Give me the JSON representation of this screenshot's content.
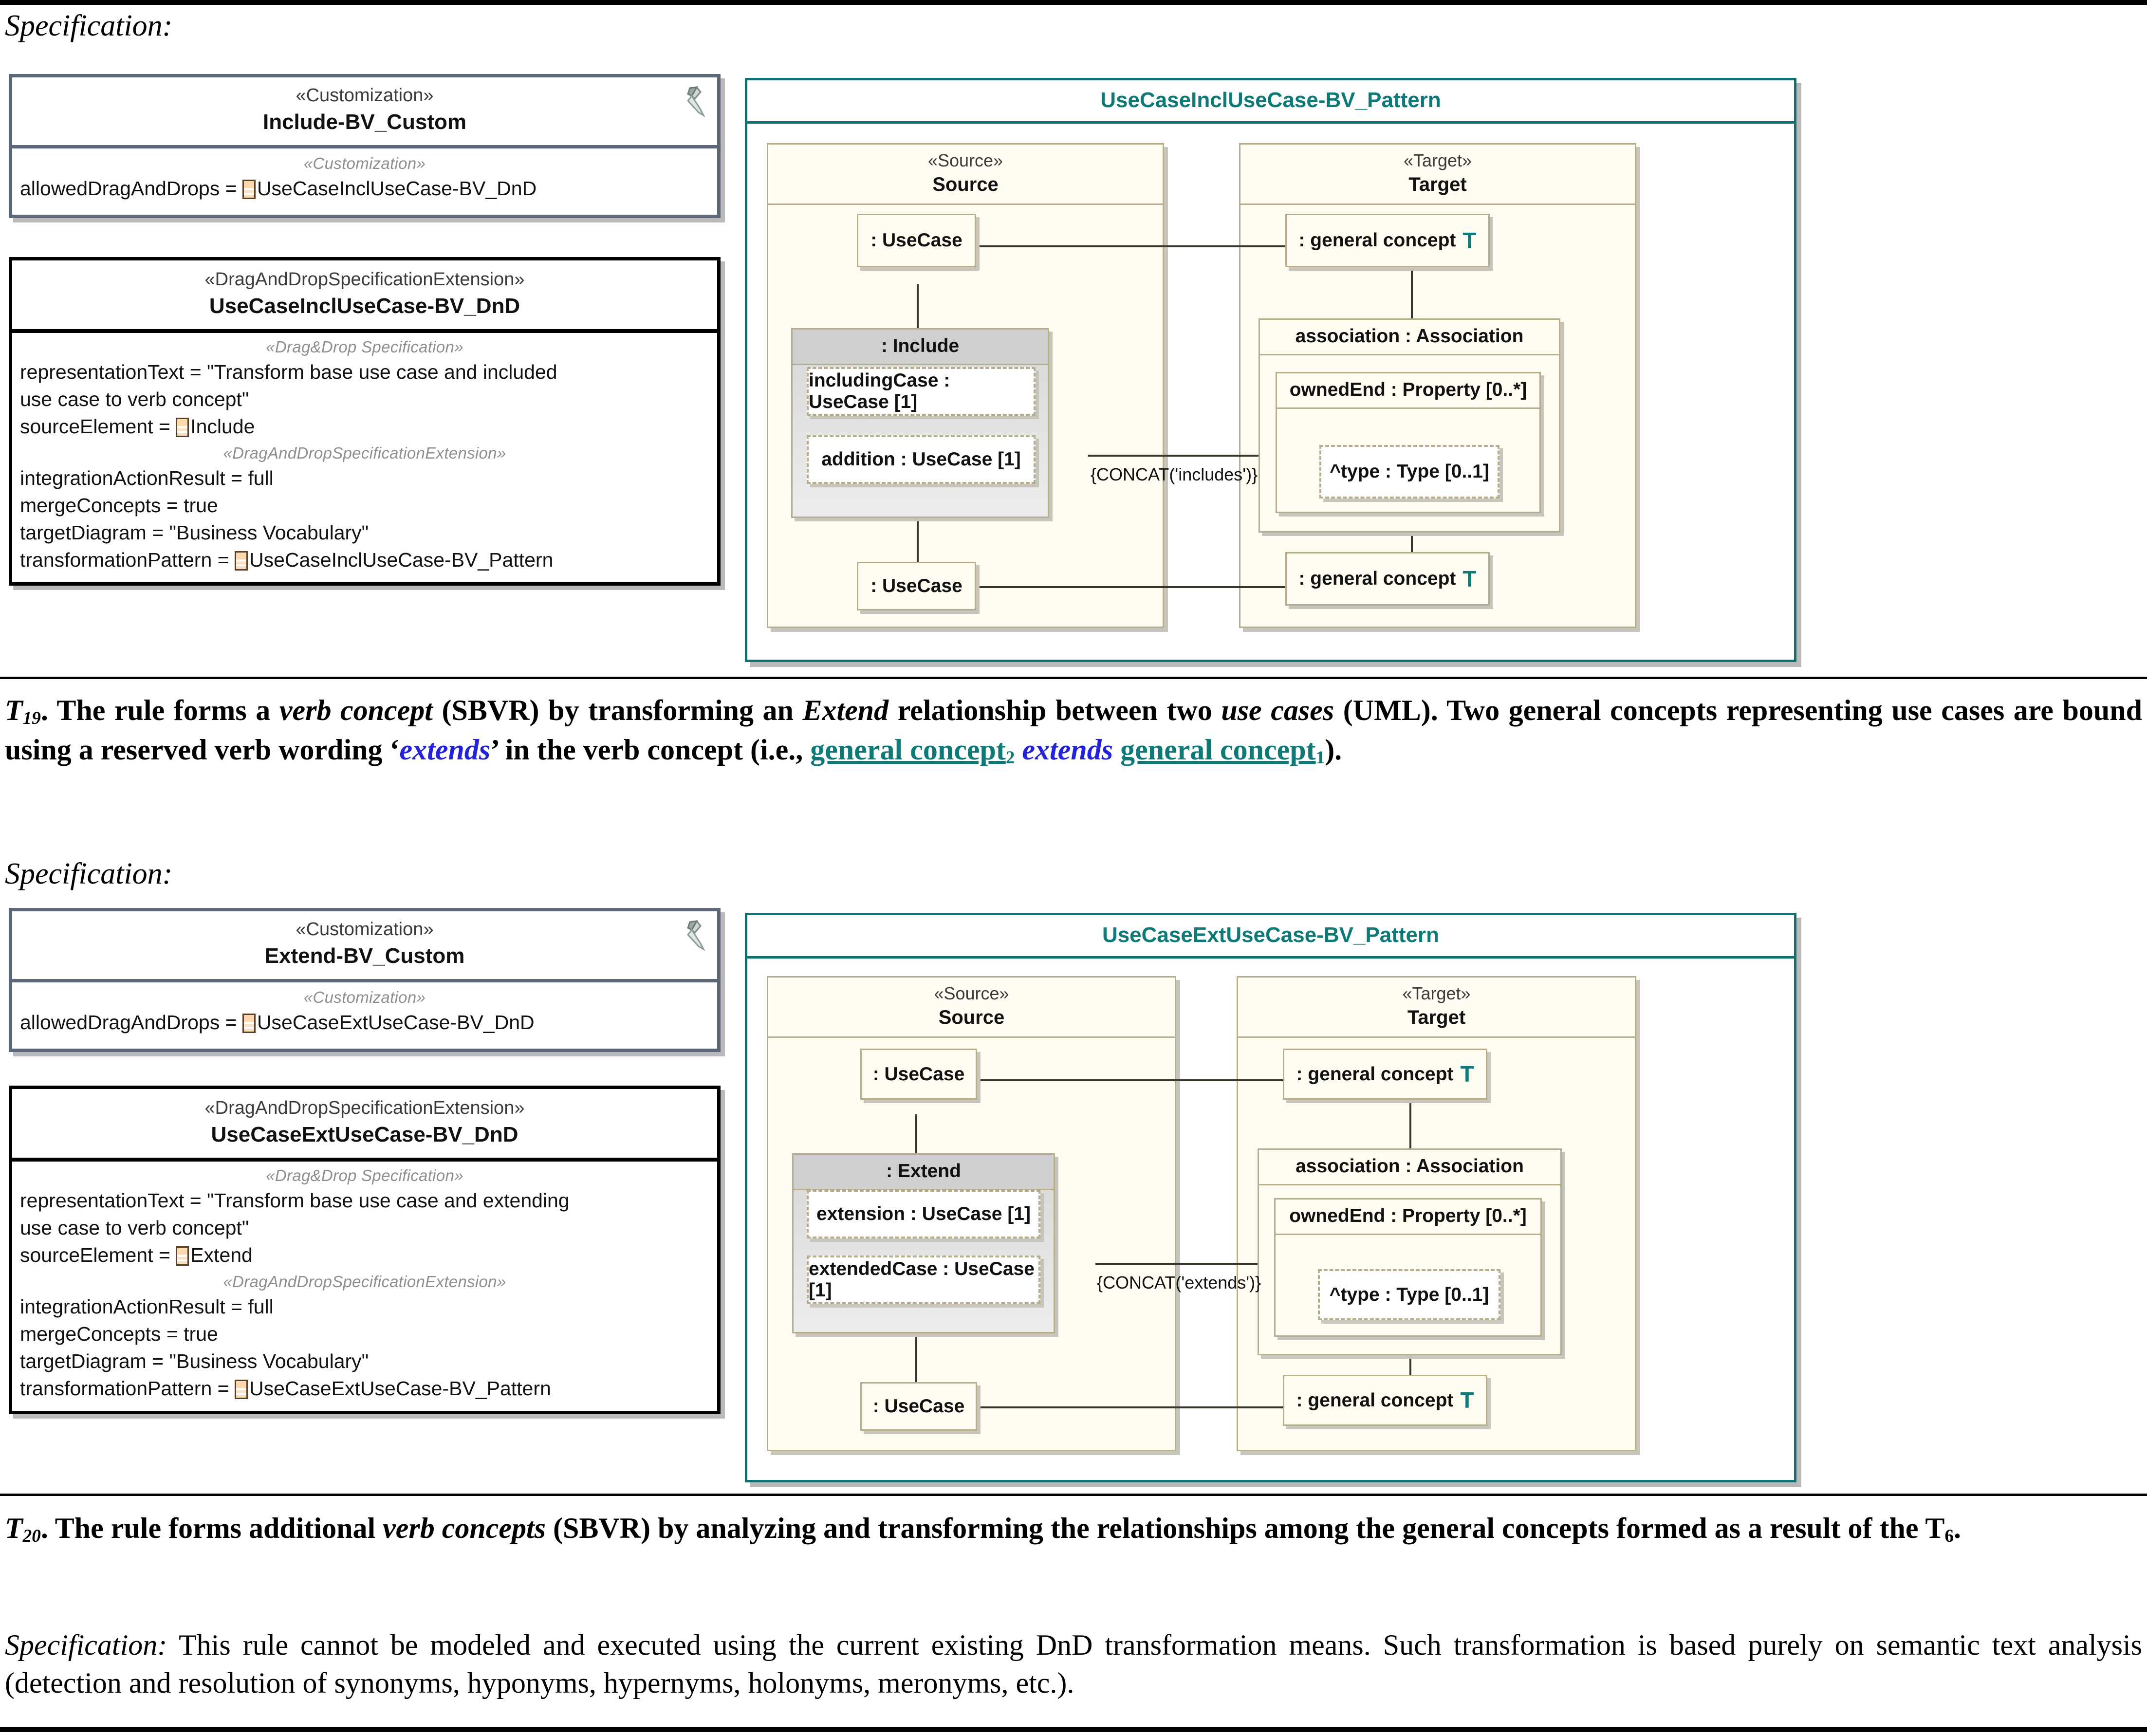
{
  "doc": {
    "spec_label_1": "Specification:",
    "spec_label_2": "Specification:",
    "colors": {
      "teal": "#0d7a77",
      "slate": "#5a6878",
      "frame_tan": "#b5ad8c",
      "blue_italic": "#2222dd",
      "gray_node": "#d2d2d2"
    }
  },
  "t19": {
    "id": "T",
    "id_sub": "19",
    "s1": ". The rule forms a ",
    "i1": "verb concept",
    "s2": " (SBVR) by transforming an ",
    "i2": "Extend",
    "s3": " relationship between two ",
    "i3": "use cases",
    "s4": " (UML). Two general concepts representing use cases are bound using a reserved verb wording ‘",
    "blue": "extends",
    "s5": "’ in the verb concept (i.e., ",
    "link1": "general concept",
    "link1_sub": "2",
    "blue2": "extends",
    "link2": "general concept",
    "link2_sub": "1",
    "s6": ")."
  },
  "t20": {
    "id": "T",
    "id_sub": "20",
    "s1": ". The rule forms additional ",
    "i1": "verb concepts",
    "s2": " (SBVR) by analyzing and transforming the relationships among the general concepts formed as a result of the T",
    "s2_sub": "6",
    "s3": "."
  },
  "t20_spec": {
    "label": "Specification:",
    "text": " This rule cannot be modeled and executed using the current existing DnD transformation means. Such transformation is based purely on semantic text analysis (detection and resolution of synonyms, hyponyms, hypernyms, holonyms, meronyms, etc.)."
  },
  "section1": {
    "customization": {
      "stereotype": "«Customization»",
      "name": "Include-BV_Custom",
      "body_stereotype": "«Customization»",
      "attr_label": "allowedDragAndDrops = ",
      "attr_value": "UseCaseInclUseCase-BV_DnD",
      "icon": "wrench-icon"
    },
    "dnd": {
      "stereotype": "«DragAndDropSpecificationExtension»",
      "name": "UseCaseInclUseCase-BV_DnD",
      "group1_stereotype": "«Drag&Drop Specification»",
      "rep_text": "representationText = \"Transform base use case and included",
      "rep_text2": "use case to verb concept\"",
      "source_label": "sourceElement = ",
      "source_value": "Include",
      "group2_stereotype": "«DragAndDropSpecificationExtension»",
      "integration": "integrationActionResult = full",
      "merge": "mergeConcepts = true",
      "target_diagram": "targetDiagram = \"Business Vocabulary\"",
      "pattern_label": "transformationPattern = ",
      "pattern_value": "UseCaseInclUseCase-BV_Pattern"
    },
    "pattern": {
      "title": "UseCaseInclUseCase-BV_Pattern",
      "source": {
        "stereotype": "«Source»",
        "name": "Source"
      },
      "target": {
        "stereotype": "«Target»",
        "name": "Target"
      },
      "nodes": {
        "usecase_top": ": UseCase",
        "include_hdr": ": Include",
        "including_case": "includingCase : UseCase [1]",
        "addition": "addition : UseCase [1]",
        "usecase_bottom": ": UseCase",
        "gc_top": ": general concept",
        "association": "association : Association",
        "owned_end": "ownedEnd : Property [0..*]",
        "type": "^type : Type [0..1]",
        "gc_bottom": ": general concept"
      },
      "concat": "{CONCAT('includes')}"
    }
  },
  "section2": {
    "customization": {
      "stereotype": "«Customization»",
      "name": "Extend-BV_Custom",
      "body_stereotype": "«Customization»",
      "attr_label": "allowedDragAndDrops = ",
      "attr_value": "UseCaseExtUseCase-BV_DnD",
      "icon": "wrench-icon"
    },
    "dnd": {
      "stereotype": "«DragAndDropSpecificationExtension»",
      "name": "UseCaseExtUseCase-BV_DnD",
      "group1_stereotype": "«Drag&Drop Specification»",
      "rep_text": "representationText = \"Transform base use case and extending",
      "rep_text2": "use case to verb concept\"",
      "source_label": "sourceElement = ",
      "source_value": "Extend",
      "group2_stereotype": "«DragAndDropSpecificationExtension»",
      "integration": "integrationActionResult = full",
      "merge": "mergeConcepts = true",
      "target_diagram": "targetDiagram = \"Business Vocabulary\"",
      "pattern_label": "transformationPattern = ",
      "pattern_value": "UseCaseExtUseCase-BV_Pattern"
    },
    "pattern": {
      "title": "UseCaseExtUseCase-BV_Pattern",
      "source": {
        "stereotype": "«Source»",
        "name": "Source"
      },
      "target": {
        "stereotype": "«Target»",
        "name": "Target"
      },
      "nodes": {
        "usecase_top": ": UseCase",
        "extend_hdr": ": Extend",
        "extension": "extension : UseCase [1]",
        "extended_case": "extendedCase : UseCase [1]",
        "usecase_bottom": ": UseCase",
        "gc_top": ": general concept",
        "association": "association : Association",
        "owned_end": "ownedEnd : Property [0..*]",
        "type": "^type : Type [0..1]",
        "gc_bottom": ": general concept"
      },
      "concat": "{CONCAT('extends')}"
    }
  }
}
